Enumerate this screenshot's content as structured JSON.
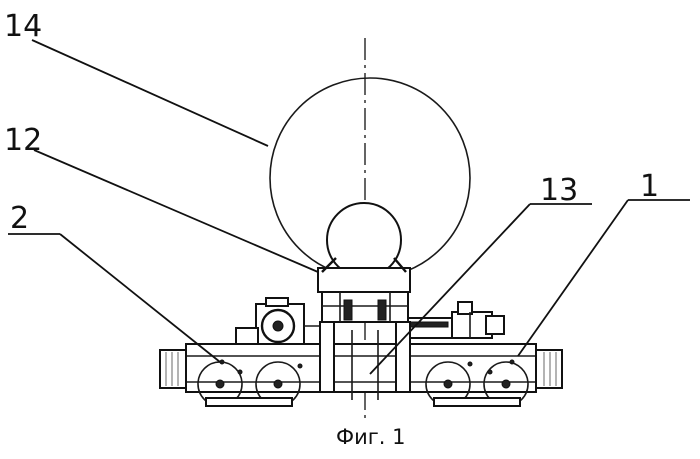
{
  "callouts": {
    "c14": "14",
    "c12": "12",
    "c13": "13",
    "c1": "1",
    "c2": "2"
  },
  "caption": "Фиг. 1"
}
